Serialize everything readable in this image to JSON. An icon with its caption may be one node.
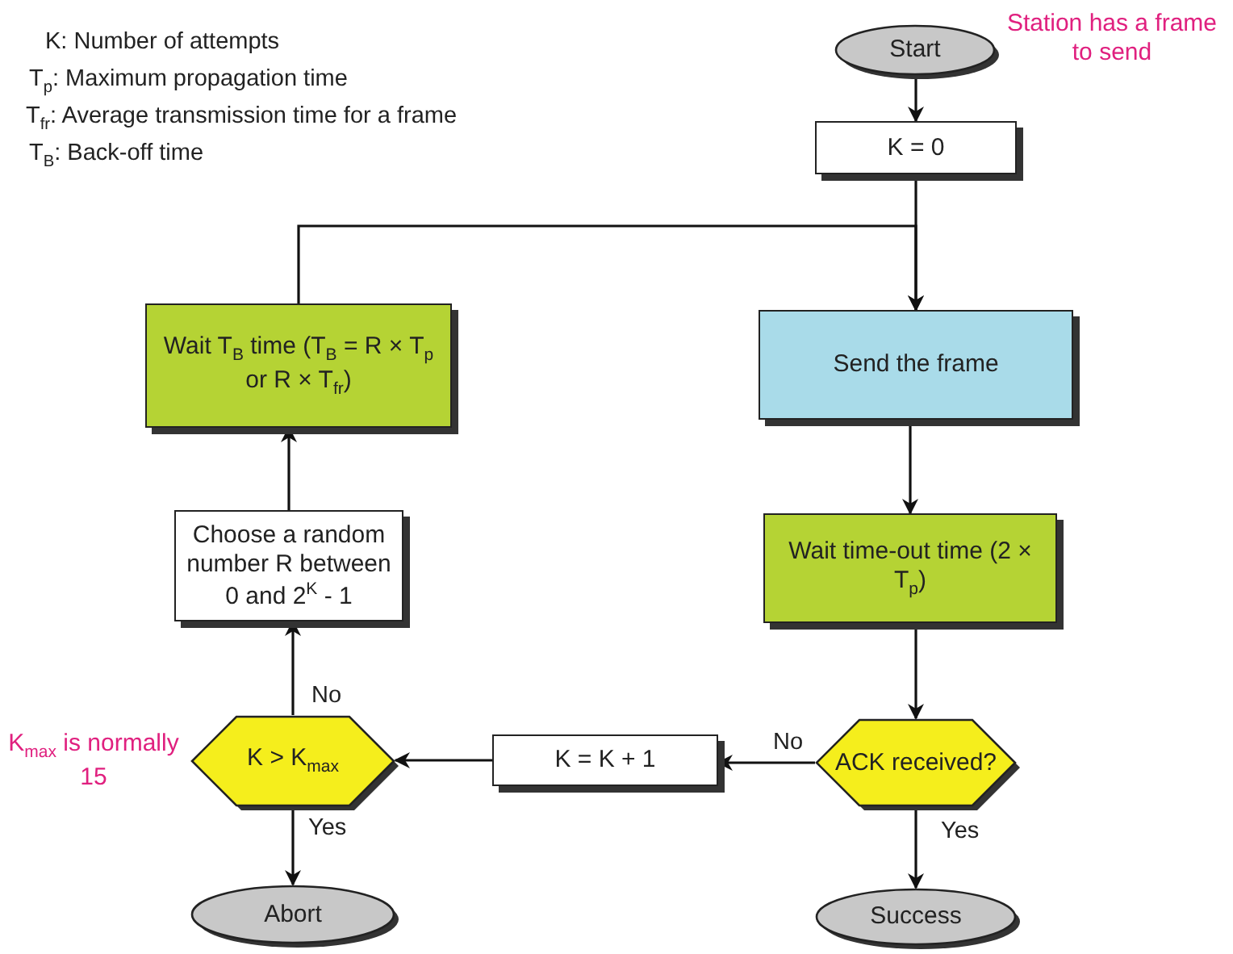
{
  "diagram": {
    "nodes": [
      {
        "text": [
          "Start"
        ],
        "beside": [
          "Station has a frame to send"
        ]
      },
      {
        "text": [
          "K = 0"
        ]
      },
      {
        "text": [
          "Send the frame"
        ]
      },
      {
        "text": [
          "Wait time-out time (2 × T$_{p}$)"
        ]
      },
      {
        "text": [
          "ACK received?"
        ]
      },
      {
        "text": [
          "Success"
        ]
      },
      {
        "text": [
          "K = K + 1"
        ]
      },
      {
        "text": [
          "K > K$_{max}$"
        ],
        "beside": [
          "K$_{max}$ is normally 15"
        ]
      },
      {
        "text": [
          "Abort"
        ]
      },
      {
        "text": [
          "Choose a random number R between 0 and 2$^{K}$ - 1"
        ]
      },
      {
        "text": [
          "Wait T$_{B}$ time (T$_{B}$ = R × T$_{p}$ or R × T$_{fr}$)"
        ]
      }
    ],
    "edges": [
      {
        "from": 0,
        "to": 1,
        "arrow": "to"
      },
      {
        "from": 1,
        "to": 2,
        "arrow": "to"
      },
      {
        "from": 2,
        "to": 3,
        "arrow": "to"
      },
      {
        "from": 3,
        "to": 4,
        "arrow": "to"
      },
      {
        "from": 4,
        "to": 5,
        "arrow": "to",
        "label": "Yes"
      },
      {
        "from": 4,
        "to": 6,
        "arrow": "to",
        "label": "No"
      },
      {
        "from": 6,
        "to": 7,
        "arrow": "to"
      },
      {
        "from": 7,
        "to": 8,
        "arrow": "to",
        "label": "Yes"
      },
      {
        "from": 7,
        "to": 9,
        "arrow": "to",
        "label": "No"
      },
      {
        "from": 9,
        "to": 10,
        "arrow": "to"
      },
      {
        "from": 10,
        "to": 2,
        "arrow": "to"
      }
    ],
    "labels": [
      "K: Number of attempts",
      "T$_{p}$: Maximum propagation time",
      "T$_{fr}$: Average transmission time for a frame",
      "T$_{B}$: Back-off time"
    ]
  }
}
